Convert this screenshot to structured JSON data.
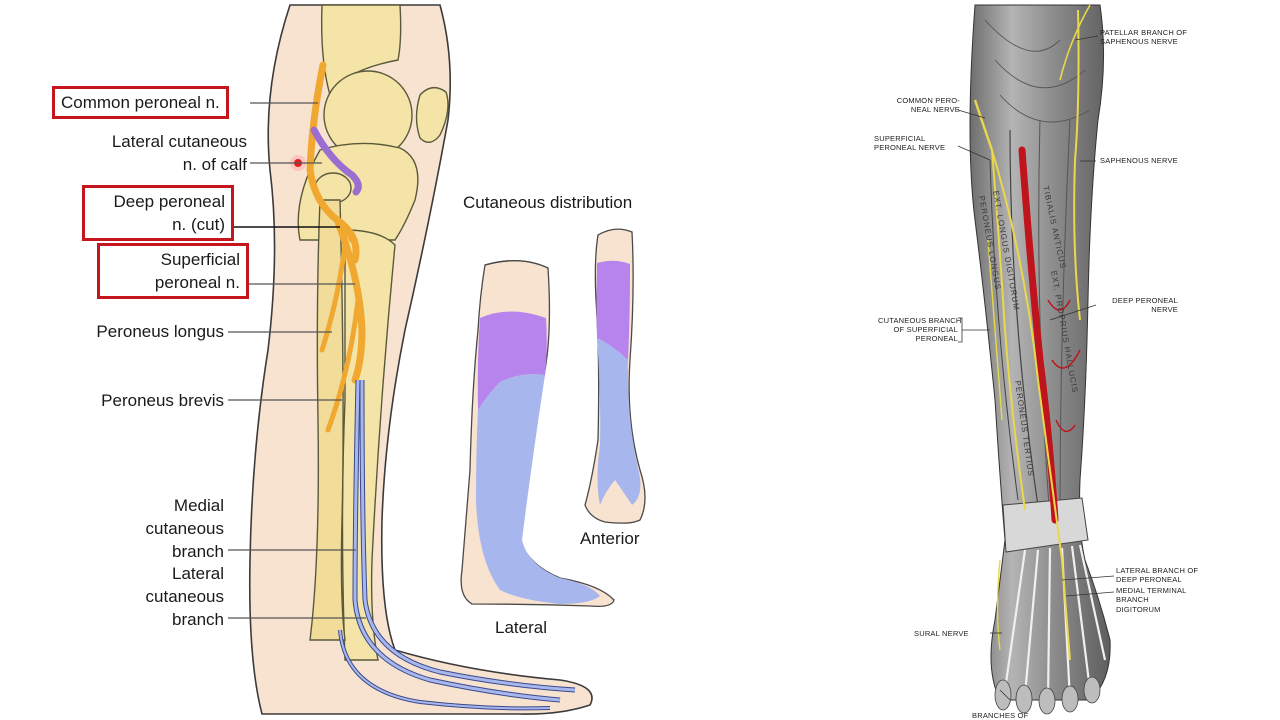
{
  "left_figure": {
    "labels": {
      "common_peroneal": "Common peroneal n.",
      "lateral_cutaneous_calf_1": "Lateral cutaneous",
      "lateral_cutaneous_calf_2": "n. of calf",
      "deep_peroneal_1": "Deep peroneal",
      "deep_peroneal_2": "n. (cut)",
      "superficial_peroneal_1": "Superficial",
      "superficial_peroneal_2": "peroneal n.",
      "peroneus_longus": "Peroneus longus",
      "peroneus_brevis": "Peroneus brevis",
      "medial_cutaneous_1": "Medial",
      "medial_cutaneous_2": "cutaneous",
      "medial_cutaneous_3": "branch",
      "lateral_cutaneous_branch_1": "Lateral",
      "lateral_cutaneous_branch_2": "cutaneous",
      "lateral_cutaneous_branch_3": "branch"
    },
    "cutaneous_distribution": {
      "title": "Cutaneous distribution",
      "lateral_label": "Lateral",
      "anterior_label": "Anterior"
    },
    "colors": {
      "highlight_box": "#c4161c",
      "nerve": "#f0a830",
      "lateral_cutaneous_nerve": "#9b6fd1",
      "superficial_region": "#a7b7ee",
      "calf_region": "#b783ec",
      "skin": "#f7e3cf",
      "bone": "#f4e4a8"
    }
  },
  "right_figure": {
    "labels": {
      "patellar_branch_1": "PATELLAR BRANCH OF",
      "patellar_branch_2": "SAPHENOUS NERVE",
      "common_peroneal_1": "COMMON PERO-",
      "common_peroneal_2": "NEAL NERVE",
      "superficial_peroneal_1": "SUPERFICIAL",
      "superficial_peroneal_2": "PERONEAL NERVE",
      "saphenous": "SAPHENOUS NERVE",
      "deep_peroneal_1": "DEEP PERONEAL",
      "deep_peroneal_2": "NERVE",
      "cutaneous_branch_1": "CUTANEOUS BRANCH",
      "cutaneous_branch_2": "OF SUPERFICIAL",
      "cutaneous_branch_3": "PERONEAL",
      "lateral_branch_1": "LATERAL BRANCH OF",
      "lateral_branch_2": "DEEP PERONEAL",
      "medial_terminal_1": "MEDIAL TERMINAL",
      "medial_terminal_2": "BRANCH",
      "digitorum": "DIGITORUM",
      "sural": "SURAL NERVE",
      "branches_of": "BRANCHES OF"
    },
    "muscle_labels": {
      "ext_longus_digitorum": "EXT. LONGUS DIGITORUM",
      "peroneus_longus": "PERONEUS LONGUS",
      "tibialis_anticus": "TIBIALIS ANTICUS",
      "ext_proprius_hallucis": "EXT. PROPRIUS HALLUCIS",
      "peroneus_tertius": "PERONEUS TERTIUS"
    },
    "colors": {
      "muscle_gray": "#9a9a9a",
      "nerve_yellow": "#e8d84a",
      "artery_red": "#c0141c"
    }
  }
}
